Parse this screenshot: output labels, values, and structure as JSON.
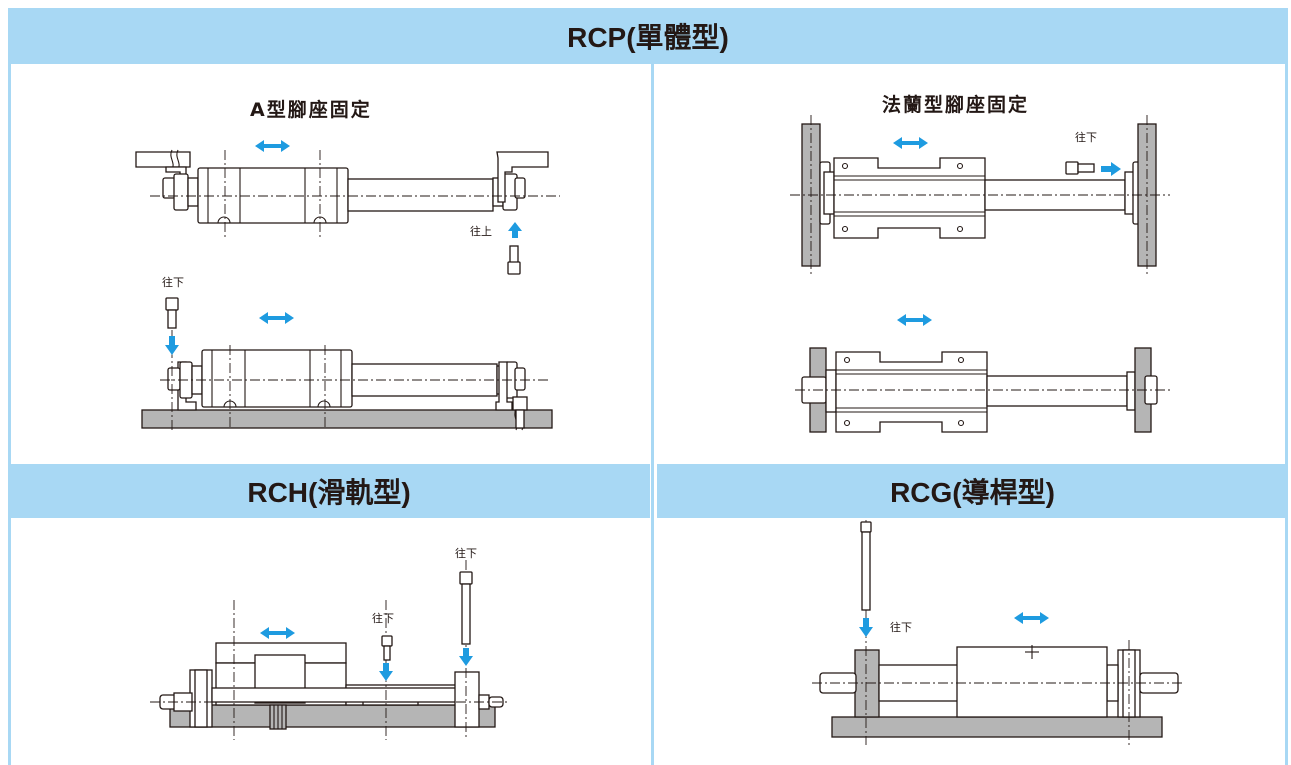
{
  "sections": {
    "rcp": {
      "title": "RCP(單體型)"
    },
    "rch": {
      "title": "RCH(滑軌型)"
    },
    "rcg": {
      "title": "RCG(導桿型)"
    }
  },
  "rcp_panels": {
    "a_type": {
      "title": "A型腳座固定"
    },
    "flange": {
      "title": "法蘭型腳座固定"
    }
  },
  "labels": {
    "up": "往上",
    "down": "往下"
  },
  "colors": {
    "header_band": "#a8d8f4",
    "arrow": "#1e9be0",
    "line": "#231815",
    "base_fill": "#b5b5b5"
  }
}
